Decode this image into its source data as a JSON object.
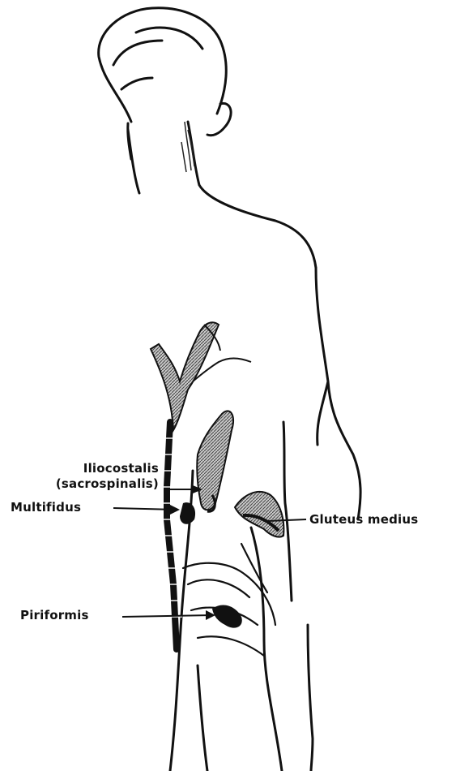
{
  "labels": {
    "iliocostalis_line1": "Iliocostalis",
    "iliocostalis_line2": "(sacrospinalis)",
    "multifidus": "Multifidus",
    "gluteus_medius": "Gluteus medius",
    "piriformis": "Piriformis"
  },
  "colors": {
    "ink": "#111111",
    "muscle_fill": "#9a9a9a",
    "background": "#ffffff"
  }
}
